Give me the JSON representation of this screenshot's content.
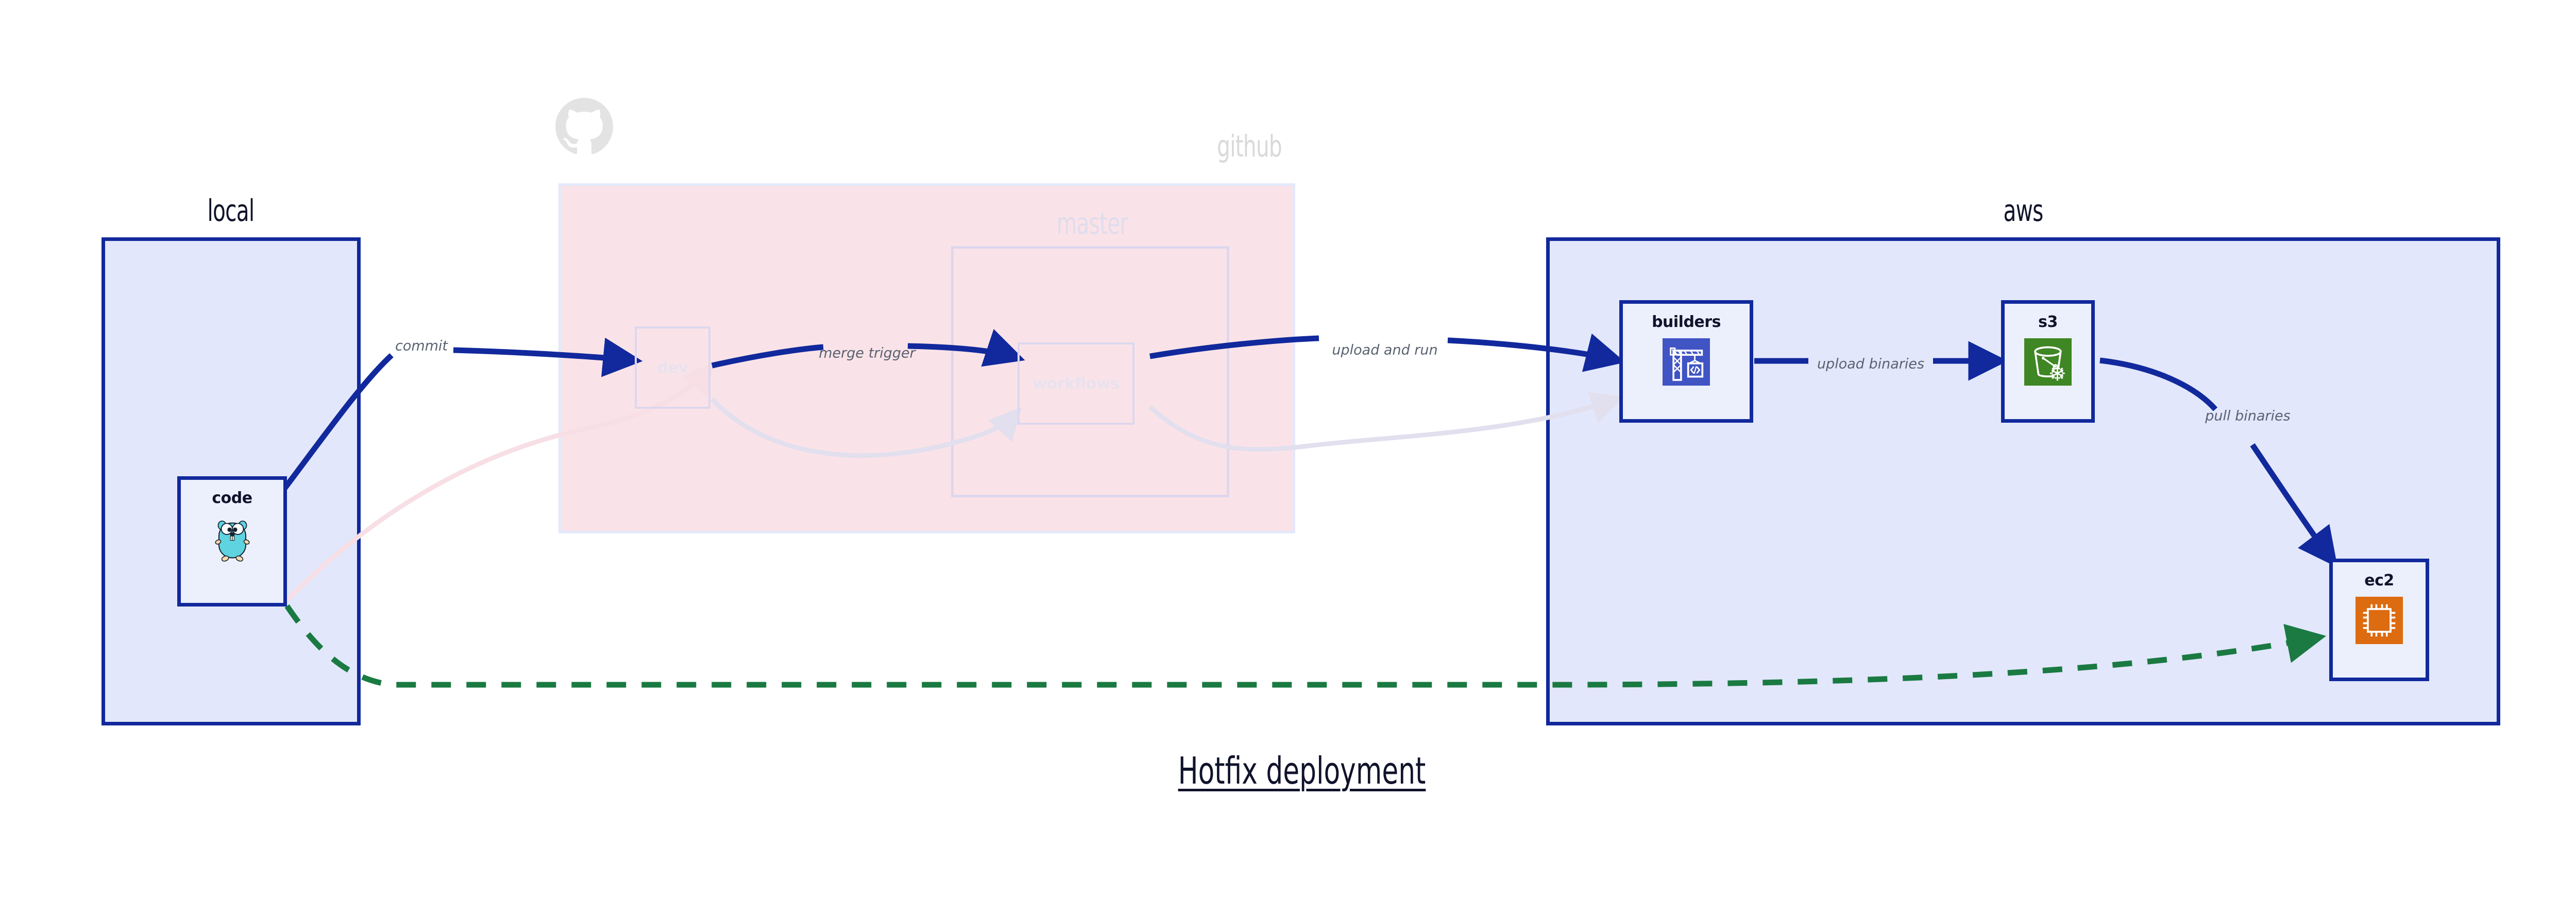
{
  "title": "Hotfix deployment",
  "clusters": [
    {
      "id": "local",
      "label": "local",
      "style": "active"
    },
    {
      "id": "github",
      "label": "github",
      "style": "faded"
    },
    {
      "id": "master",
      "label": "master",
      "style": "faded"
    },
    {
      "id": "aws",
      "label": "aws",
      "style": "active"
    }
  ],
  "nodes": [
    {
      "id": "code",
      "label": "code",
      "icon": "go-gopher-icon",
      "state": "active"
    },
    {
      "id": "dev",
      "label": "dev",
      "icon": "none",
      "state": "faded"
    },
    {
      "id": "workflows",
      "label": "workflows",
      "icon": "none",
      "state": "faded"
    },
    {
      "id": "builders",
      "label": "builders",
      "icon": "aws-codebuild-icon",
      "state": "active"
    },
    {
      "id": "s3",
      "label": "s3",
      "icon": "aws-s3-glacier-icon",
      "state": "active"
    },
    {
      "id": "ec2",
      "label": "ec2",
      "icon": "aws-ec2-icon",
      "state": "active"
    }
  ],
  "edges": [
    {
      "id": "commit",
      "label": "commit",
      "from": "code",
      "to": "dev",
      "state": "active"
    },
    {
      "id": "merge-trigger",
      "label": "merge trigger",
      "from": "dev",
      "to": "workflows",
      "state": "active"
    },
    {
      "id": "upload-and-run",
      "label": "upload and run",
      "from": "workflows",
      "to": "builders",
      "state": "active"
    },
    {
      "id": "upload-binaries",
      "label": "upload binaries",
      "from": "builders",
      "to": "s3",
      "state": "active"
    },
    {
      "id": "pull-binaries",
      "label": "pull binaries",
      "from": "s3",
      "to": "ec2",
      "state": "active"
    },
    {
      "id": "hotfix-direct",
      "label": "",
      "from": "code",
      "to": "ec2",
      "state": "dashed-green"
    },
    {
      "id": "ghost-code-dev",
      "label": "",
      "from": "code",
      "to": "dev",
      "state": "ghost"
    },
    {
      "id": "ghost-dev-workflows",
      "label": "",
      "from": "dev",
      "to": "workflows",
      "state": "ghost"
    },
    {
      "id": "ghost-wf-builders",
      "label": "",
      "from": "workflows",
      "to": "builders",
      "state": "ghost"
    }
  ],
  "colors": {
    "cluster_active_fill": "#e2e7fb",
    "cluster_active_border": "#11299c",
    "cluster_github_fill": "#fae3e8",
    "node_fill": "#ecf0fd",
    "node_border": "#11299c",
    "edge_active": "#11299c",
    "edge_ghost_pink": "#f7dfe5",
    "edge_ghost_lavender": "#e2dfee",
    "edge_dashed_green": "#1a7a42",
    "text_dark": "#10132b",
    "edge_label_text": "#5a6270",
    "icon_codebuild": "#4054c4",
    "icon_s3": "#3f8624",
    "icon_ec2": "#dd6b10",
    "icon_gopher": "#5fd3e0",
    "github_logo": "#e3e3e3"
  }
}
